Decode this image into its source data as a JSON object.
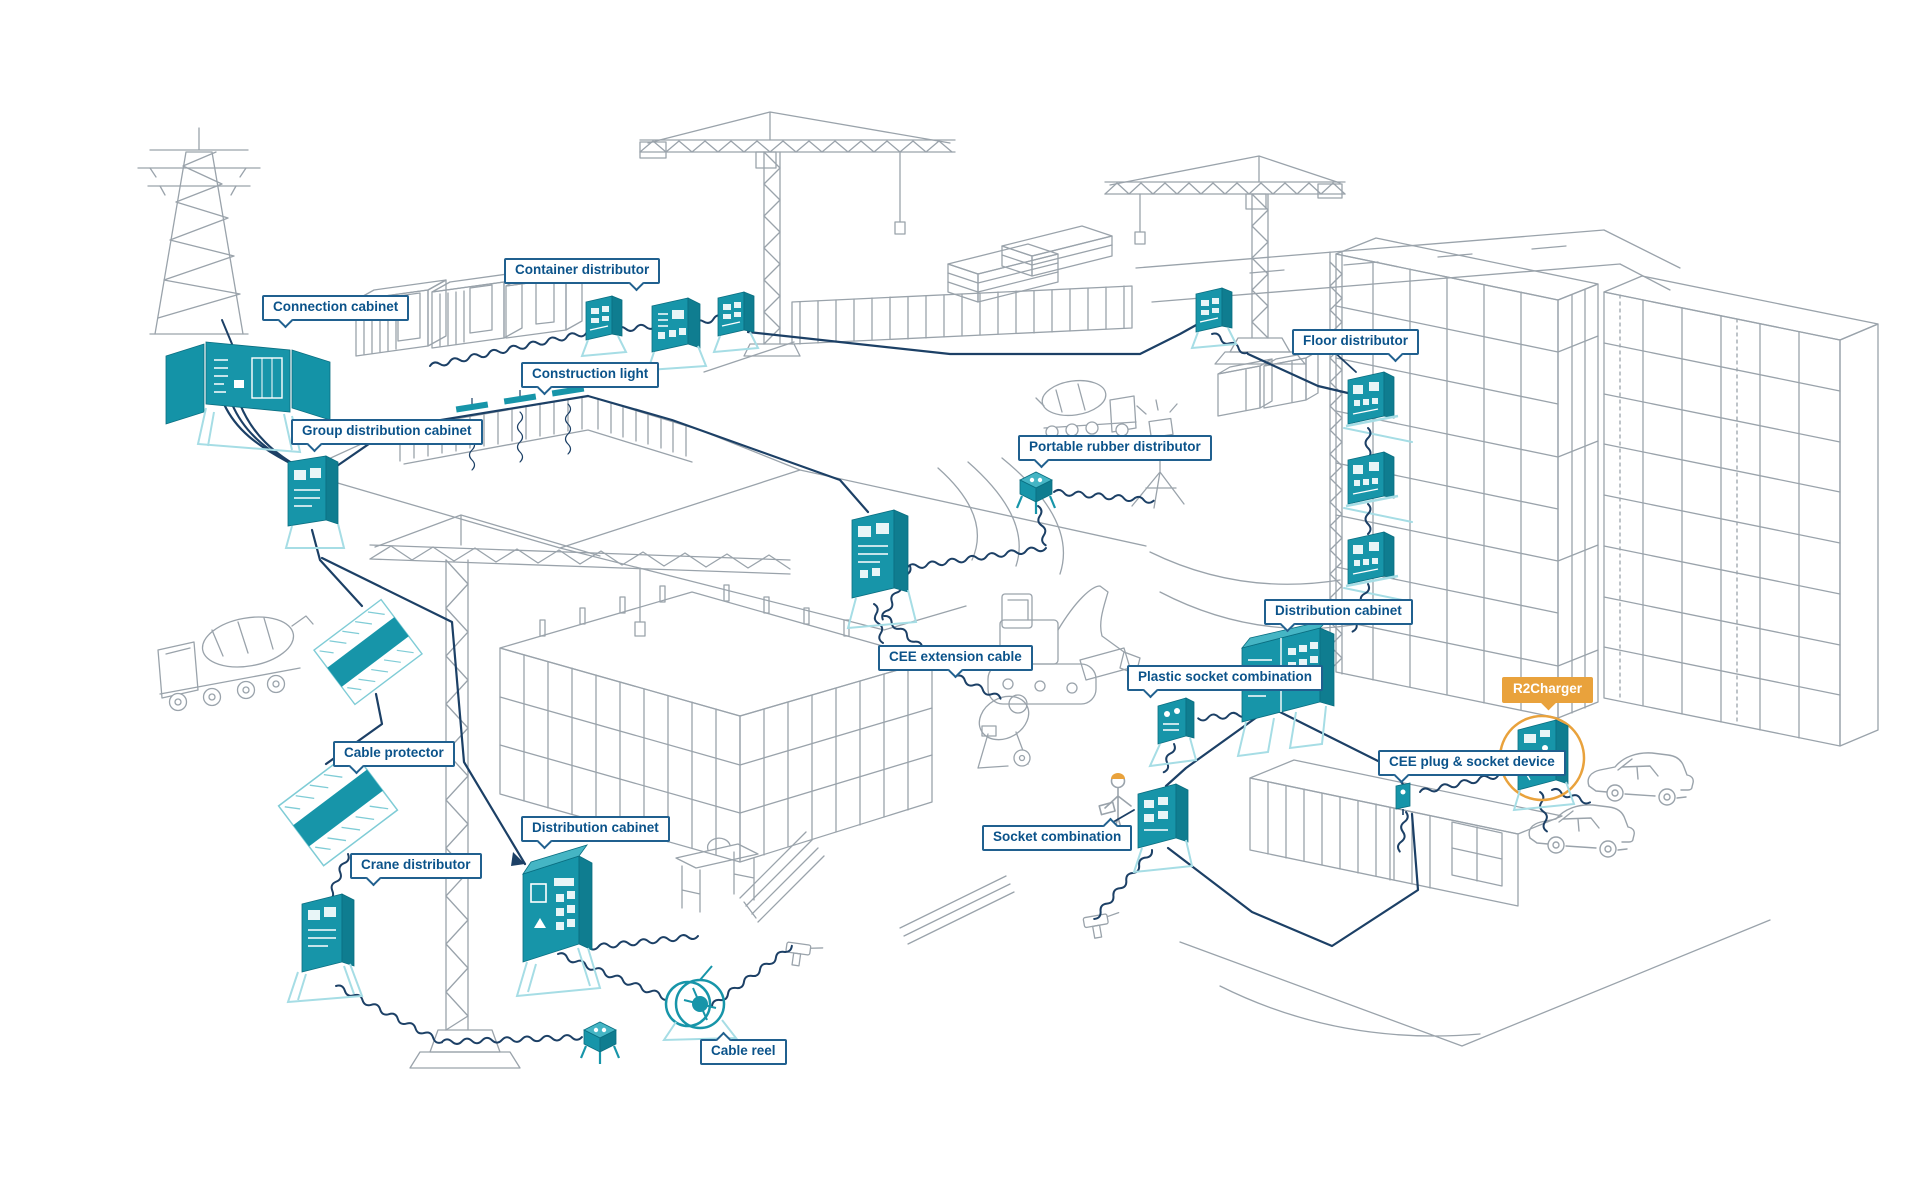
{
  "colors": {
    "teal": "#1795a9",
    "teal_dark": "#0e7186",
    "teal_light": "#a6dde5",
    "navy_cable": "#1c4066",
    "line_gray": "#9aa3ab",
    "label_text": "#0b538a",
    "label_border": "#20608f",
    "highlight_orange": "#e9a23c",
    "background": "#ffffff"
  },
  "labels": [
    {
      "id": "connection-cabinet",
      "text": "Connection cabinet"
    },
    {
      "id": "container-distributor",
      "text": "Container distributor"
    },
    {
      "id": "construction-light",
      "text": "Construction light"
    },
    {
      "id": "group-distribution-cabinet",
      "text": "Group distribution cabinet"
    },
    {
      "id": "floor-distributor",
      "text": "Floor distributor"
    },
    {
      "id": "portable-rubber-distributor",
      "text": "Portable rubber distributor"
    },
    {
      "id": "cee-extension-cable",
      "text": "CEE extension cable"
    },
    {
      "id": "plastic-socket-combination",
      "text": "Plastic socket combination"
    },
    {
      "id": "distribution-cabinet-right",
      "text": "Distribution cabinet"
    },
    {
      "id": "r2charger",
      "text": "R2Charger",
      "highlight": true
    },
    {
      "id": "cee-plug-socket-device",
      "text": "CEE plug & socket device"
    },
    {
      "id": "cable-protector",
      "text": "Cable protector"
    },
    {
      "id": "crane-distributor",
      "text": "Crane distributor"
    },
    {
      "id": "distribution-cabinet-left",
      "text": "Distribution cabinet"
    },
    {
      "id": "socket-combination",
      "text": "Socket combination"
    },
    {
      "id": "cable-reel",
      "text": "Cable reel"
    }
  ]
}
